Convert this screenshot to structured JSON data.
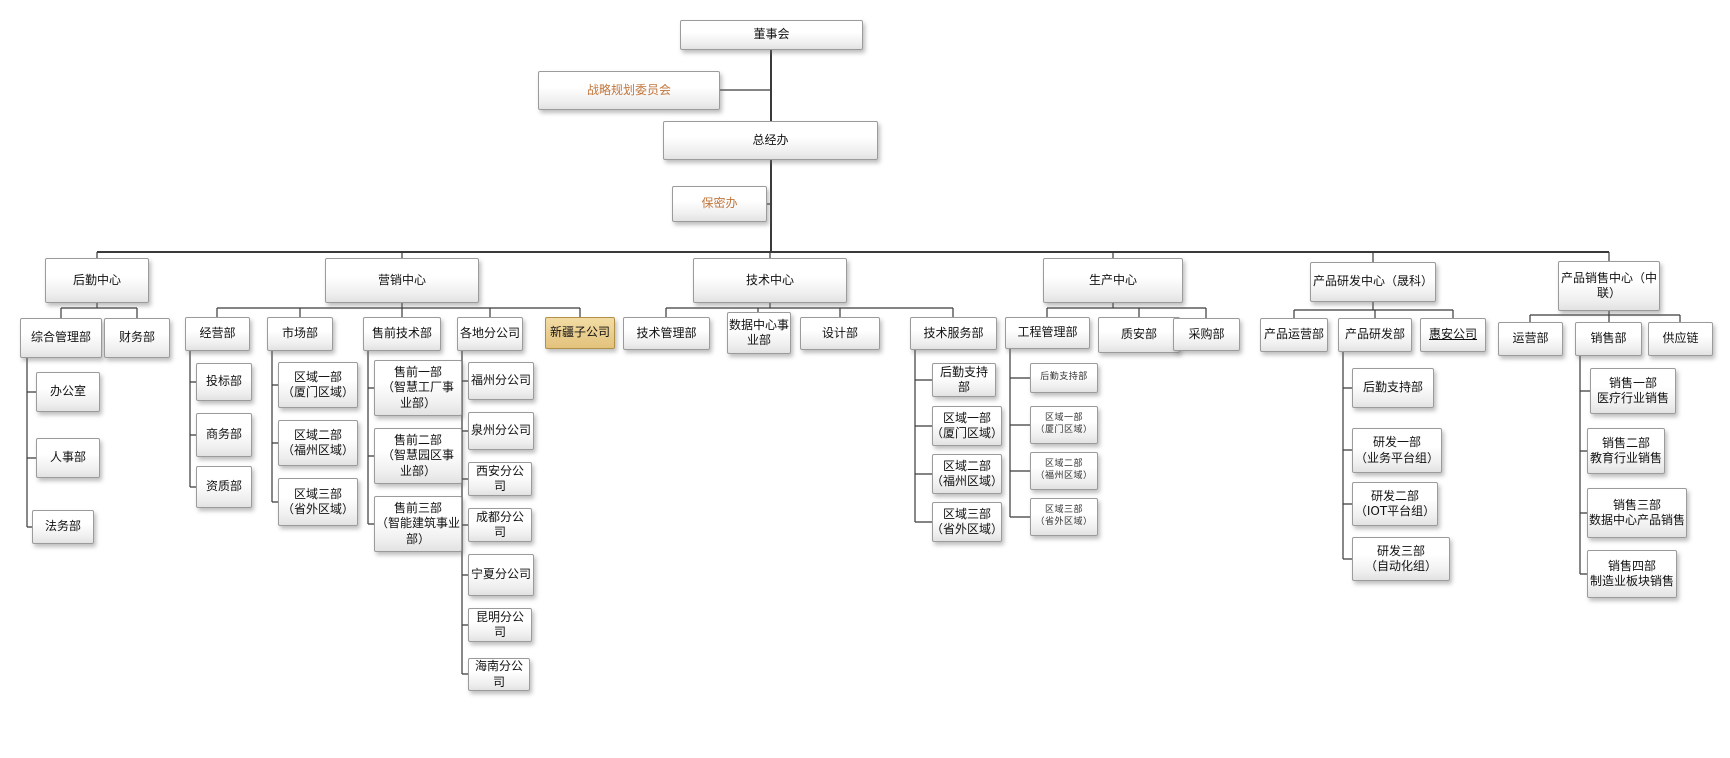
{
  "title": "公司组织架构图",
  "palette": {
    "accent": "#c0763c",
    "highlight-top": "#f2dca4",
    "highlight-bottom": "#e3c27c",
    "highlight-border": "#b19148",
    "line": "#3a3a3a",
    "node-border": "#9b9b9b"
  },
  "nodes": {
    "board": {
      "label": "董事会"
    },
    "strategy": {
      "label": "战略规划委员会"
    },
    "gmo": {
      "label": "总经办"
    },
    "secrecy": {
      "label": "保密办"
    },
    "logistics": {
      "label": "后勤中心"
    },
    "admin": {
      "label": "综合管理部"
    },
    "finance": {
      "label": "财务部"
    },
    "office": {
      "label": "办公室"
    },
    "hr": {
      "label": "人事部"
    },
    "legal": {
      "label": "法务部"
    },
    "marketing": {
      "label": "营销中心"
    },
    "operations_mgmt": {
      "label": "经营部"
    },
    "bidding": {
      "label": "投标部"
    },
    "commerce": {
      "label": "商务部"
    },
    "qualification": {
      "label": "资质部"
    },
    "market": {
      "label": "市场部"
    },
    "mkt_r1": {
      "lines": [
        "区域一部",
        "（厦门区域）"
      ]
    },
    "mkt_r2": {
      "lines": [
        "区域二部",
        "（福州区域）"
      ]
    },
    "mkt_r3": {
      "lines": [
        "区域三部",
        "（省外区域）"
      ]
    },
    "presales": {
      "label": "售前技术部"
    },
    "ps1": {
      "lines": [
        "售前一部",
        "（智慧工厂事",
        "业部）"
      ]
    },
    "ps2": {
      "lines": [
        "售前二部",
        "（智慧园区事",
        "业部）"
      ]
    },
    "ps3": {
      "lines": [
        "售前三部",
        "（智能建筑事业",
        "部）"
      ]
    },
    "branches": {
      "label": "各地分公司"
    },
    "fuzhou": {
      "label": "福州分公司"
    },
    "quanzhou": {
      "label": "泉州分公司"
    },
    "xian": {
      "label": "西安分公司"
    },
    "chengdu": {
      "label": "成都分公司"
    },
    "ningxia": {
      "label": "宁夏分公司"
    },
    "kunming": {
      "label": "昆明分公司"
    },
    "hainan": {
      "label": "海南分公司"
    },
    "xinjiang": {
      "label": "新疆子公司"
    },
    "tech": {
      "label": "技术中心"
    },
    "tech_mgmt": {
      "label": "技术管理部"
    },
    "datacenter": {
      "lines": [
        "数据中心事",
        "业部"
      ]
    },
    "design": {
      "label": "设计部"
    },
    "tech_service": {
      "label": "技术服务部"
    },
    "ts_support": {
      "label": "后勤支持部"
    },
    "ts_r1": {
      "lines": [
        "区域一部",
        "（厦门区域）"
      ]
    },
    "ts_r2": {
      "lines": [
        "区域二部",
        "（福州区域）"
      ]
    },
    "ts_r3": {
      "lines": [
        "区域三部",
        "（省外区域）"
      ]
    },
    "production": {
      "label": "生产中心"
    },
    "eng_mgmt": {
      "label": "工程管理部"
    },
    "em_support": {
      "label": "后勤支持部"
    },
    "em_r1": {
      "lines": [
        "区域一部",
        "（厦门区域）"
      ]
    },
    "em_r2": {
      "lines": [
        "区域二部",
        "（福州区域）"
      ]
    },
    "em_r3": {
      "lines": [
        "区域三部",
        "（省外区域）"
      ]
    },
    "qa": {
      "label": "质安部"
    },
    "purchasing": {
      "label": "采购部"
    },
    "rd_center": {
      "label": "产品研发中心（晟科）"
    },
    "prod_ops": {
      "label": "产品运营部"
    },
    "prod_rd": {
      "label": "产品研发部"
    },
    "rd_support": {
      "label": "后勤支持部"
    },
    "rd1": {
      "lines": [
        "研发一部",
        "（业务平台组）"
      ]
    },
    "rd2": {
      "lines": [
        "研发二部",
        "（IOT平台组）"
      ]
    },
    "rd3": {
      "lines": [
        "研发三部",
        "（自动化组）"
      ]
    },
    "huian": {
      "label": "惠安公司"
    },
    "sales_center": {
      "lines": [
        "产品销售中心（中",
        "联）"
      ]
    },
    "ops_dept": {
      "label": "运营部"
    },
    "sales_dept": {
      "label": "销售部"
    },
    "s1": {
      "lines": [
        "销售一部",
        "医疗行业销售"
      ]
    },
    "s2": {
      "lines": [
        "销售二部",
        "教育行业销售"
      ]
    },
    "s3": {
      "lines": [
        "销售三部",
        "数据中心产品销售"
      ]
    },
    "s4": {
      "lines": [
        "销售四部",
        "制造业板块销售"
      ]
    },
    "supply": {
      "label": "供应链"
    }
  },
  "structure": {
    "board": {
      "assistant": [
        "strategy"
      ],
      "children": [
        "gmo"
      ]
    },
    "gmo": {
      "assistant": [
        "secrecy"
      ],
      "children": [
        "logistics",
        "marketing",
        "tech",
        "production",
        "rd_center",
        "sales_center"
      ]
    },
    "logistics": {
      "children": [
        "admin",
        "finance"
      ]
    },
    "admin": {
      "children": [
        "office",
        "hr",
        "legal"
      ]
    },
    "marketing": {
      "children": [
        "operations_mgmt",
        "market",
        "presales",
        "branches",
        "xinjiang"
      ]
    },
    "operations_mgmt": {
      "children": [
        "bidding",
        "commerce",
        "qualification"
      ]
    },
    "market": {
      "children": [
        "mkt_r1",
        "mkt_r2",
        "mkt_r3"
      ]
    },
    "presales": {
      "children": [
        "ps1",
        "ps2",
        "ps3"
      ]
    },
    "branches": {
      "children": [
        "fuzhou",
        "quanzhou",
        "xian",
        "chengdu",
        "ningxia",
        "kunming",
        "hainan"
      ]
    },
    "tech": {
      "children": [
        "tech_mgmt",
        "datacenter",
        "design",
        "tech_service"
      ]
    },
    "tech_service": {
      "children": [
        "ts_support",
        "ts_r1",
        "ts_r2",
        "ts_r3"
      ]
    },
    "production": {
      "children": [
        "eng_mgmt",
        "qa",
        "purchasing"
      ]
    },
    "eng_mgmt": {
      "children": [
        "em_support",
        "em_r1",
        "em_r2",
        "em_r3"
      ]
    },
    "rd_center": {
      "children": [
        "prod_ops",
        "prod_rd",
        "huian"
      ]
    },
    "prod_rd": {
      "children": [
        "rd_support",
        "rd1",
        "rd2",
        "rd3"
      ]
    },
    "sales_center": {
      "children": [
        "ops_dept",
        "sales_dept",
        "supply"
      ]
    },
    "sales_dept": {
      "children": [
        "s1",
        "s2",
        "s3",
        "s4"
      ]
    }
  }
}
